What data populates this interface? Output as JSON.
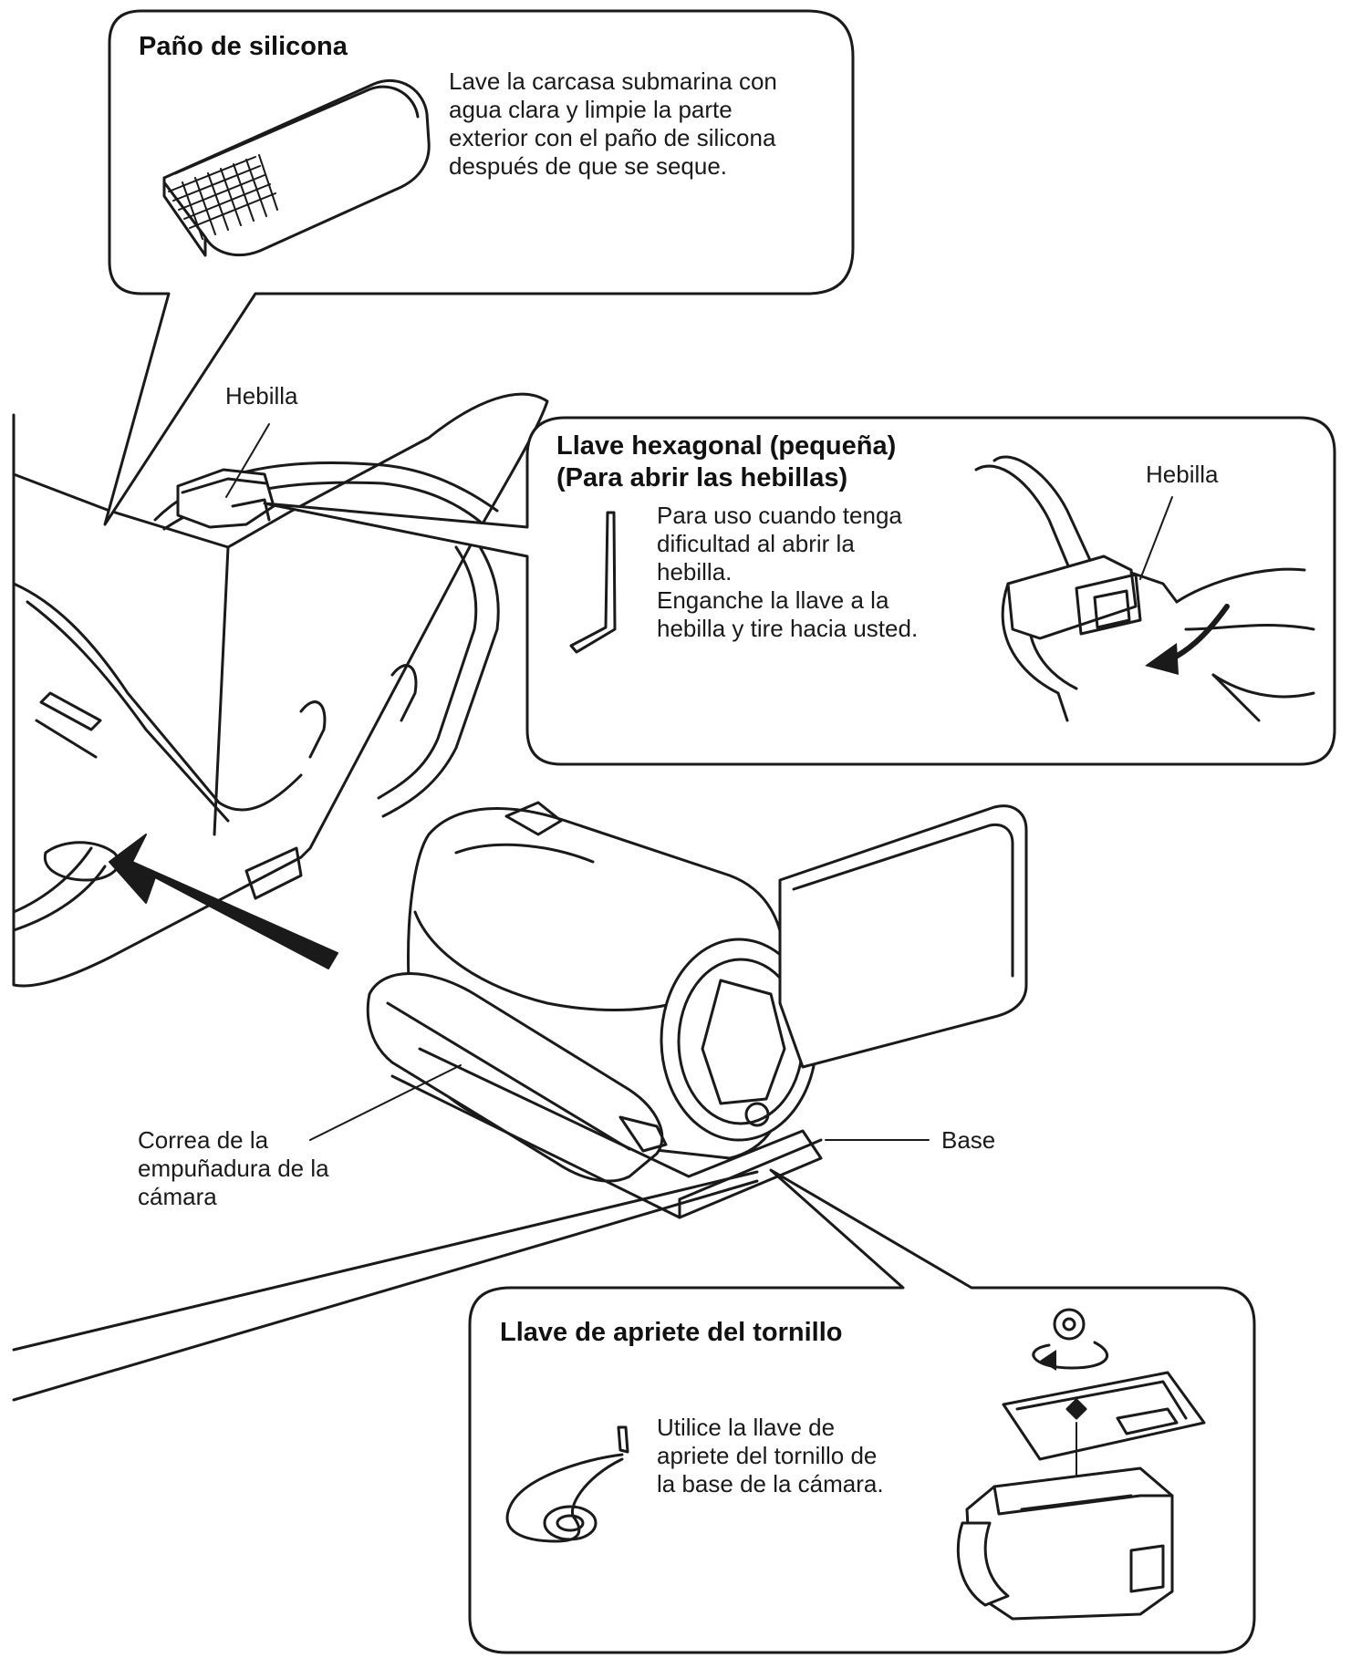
{
  "silicone_cloth": {
    "title": "Paño de silicona",
    "text_lines": [
      "Lave la carcasa submarina con",
      "agua clara y limpie la parte",
      "exterior con el paño de silicona",
      "después de que se seque."
    ]
  },
  "buckle_label": "Hebilla",
  "hex_wrench": {
    "title_lines": [
      "Llave hexagonal (pequeña)",
      "(Para abrir las hebillas)"
    ],
    "text_lines": [
      "Para uso cuando tenga",
      "dificultad al abrir la",
      "hebilla.",
      "Enganche la llave a la",
      "hebilla y tire hacia usted."
    ],
    "buckle_label": "Hebilla"
  },
  "grip_strap": {
    "label_lines": [
      "Correa de la",
      "empuñadura de la",
      "cámara"
    ]
  },
  "base_label": "Base",
  "screw_wrench": {
    "title": "Llave de apriete del tornillo",
    "text_lines": [
      "Utilice la llave de",
      "apriete del tornillo de",
      "la base de la cámara."
    ]
  },
  "colors": {
    "ink": "#1a1a1a",
    "background": "#ffffff"
  }
}
